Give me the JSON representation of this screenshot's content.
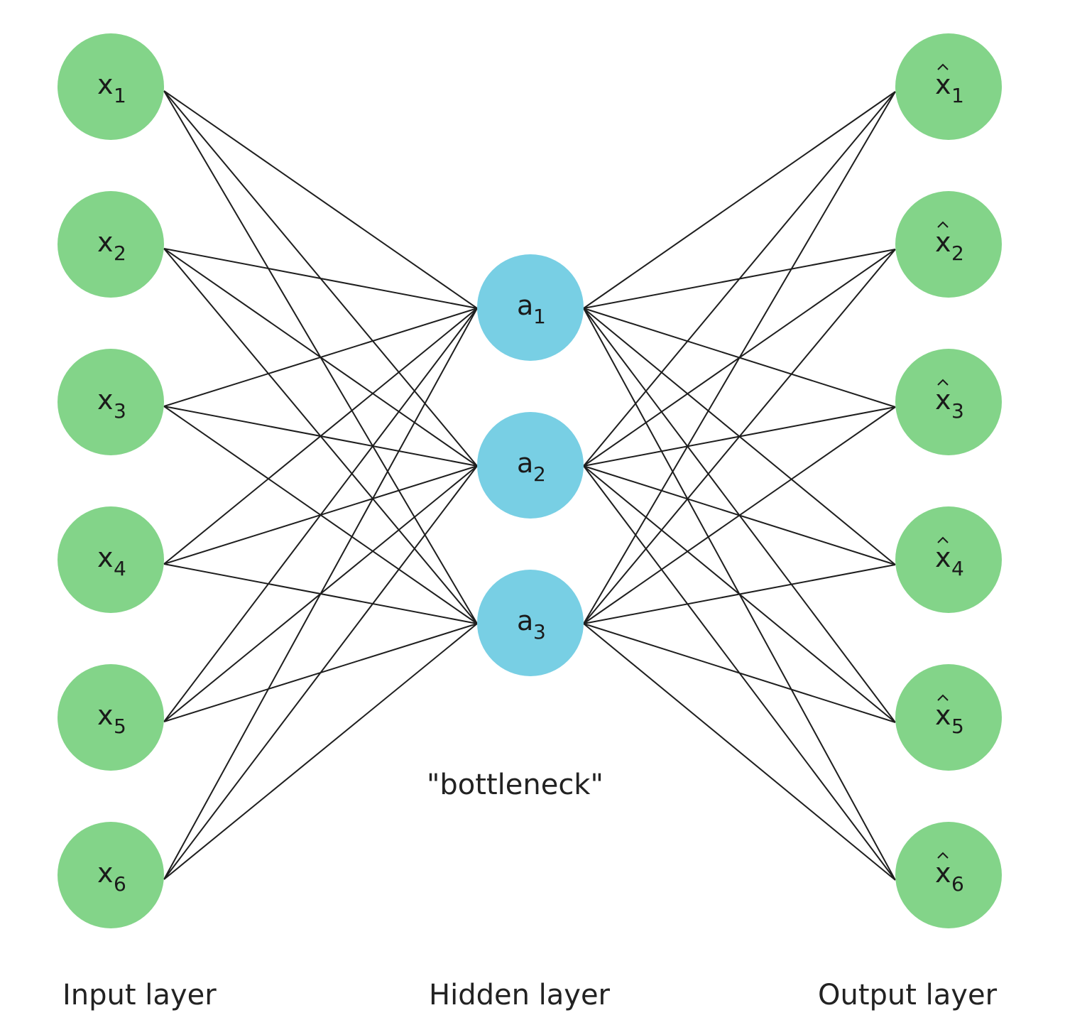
{
  "colors": {
    "input_node": "#83d489",
    "hidden_node": "#78cfe4",
    "output_node": "#83d489",
    "edge": "#1e1e1e"
  },
  "layers": {
    "input": {
      "caption": "Input layer",
      "nodes": [
        {
          "symbol": "x",
          "index": "1",
          "hat": false
        },
        {
          "symbol": "x",
          "index": "2",
          "hat": false
        },
        {
          "symbol": "x",
          "index": "3",
          "hat": false
        },
        {
          "symbol": "x",
          "index": "4",
          "hat": false
        },
        {
          "symbol": "x",
          "index": "5",
          "hat": false
        },
        {
          "symbol": "x",
          "index": "6",
          "hat": false
        }
      ]
    },
    "hidden": {
      "caption": "Hidden layer",
      "annotation": "\"bottleneck\"",
      "nodes": [
        {
          "symbol": "a",
          "index": "1",
          "hat": false
        },
        {
          "symbol": "a",
          "index": "2",
          "hat": false
        },
        {
          "symbol": "a",
          "index": "3",
          "hat": false
        }
      ]
    },
    "output": {
      "caption": "Output layer",
      "nodes": [
        {
          "symbol": "x",
          "index": "1",
          "hat": true
        },
        {
          "symbol": "x",
          "index": "2",
          "hat": true
        },
        {
          "symbol": "x",
          "index": "3",
          "hat": true
        },
        {
          "symbol": "x",
          "index": "4",
          "hat": true
        },
        {
          "symbol": "x",
          "index": "5",
          "hat": true
        },
        {
          "symbol": "x",
          "index": "6",
          "hat": true
        }
      ]
    }
  },
  "connectivity": "fully-connected"
}
